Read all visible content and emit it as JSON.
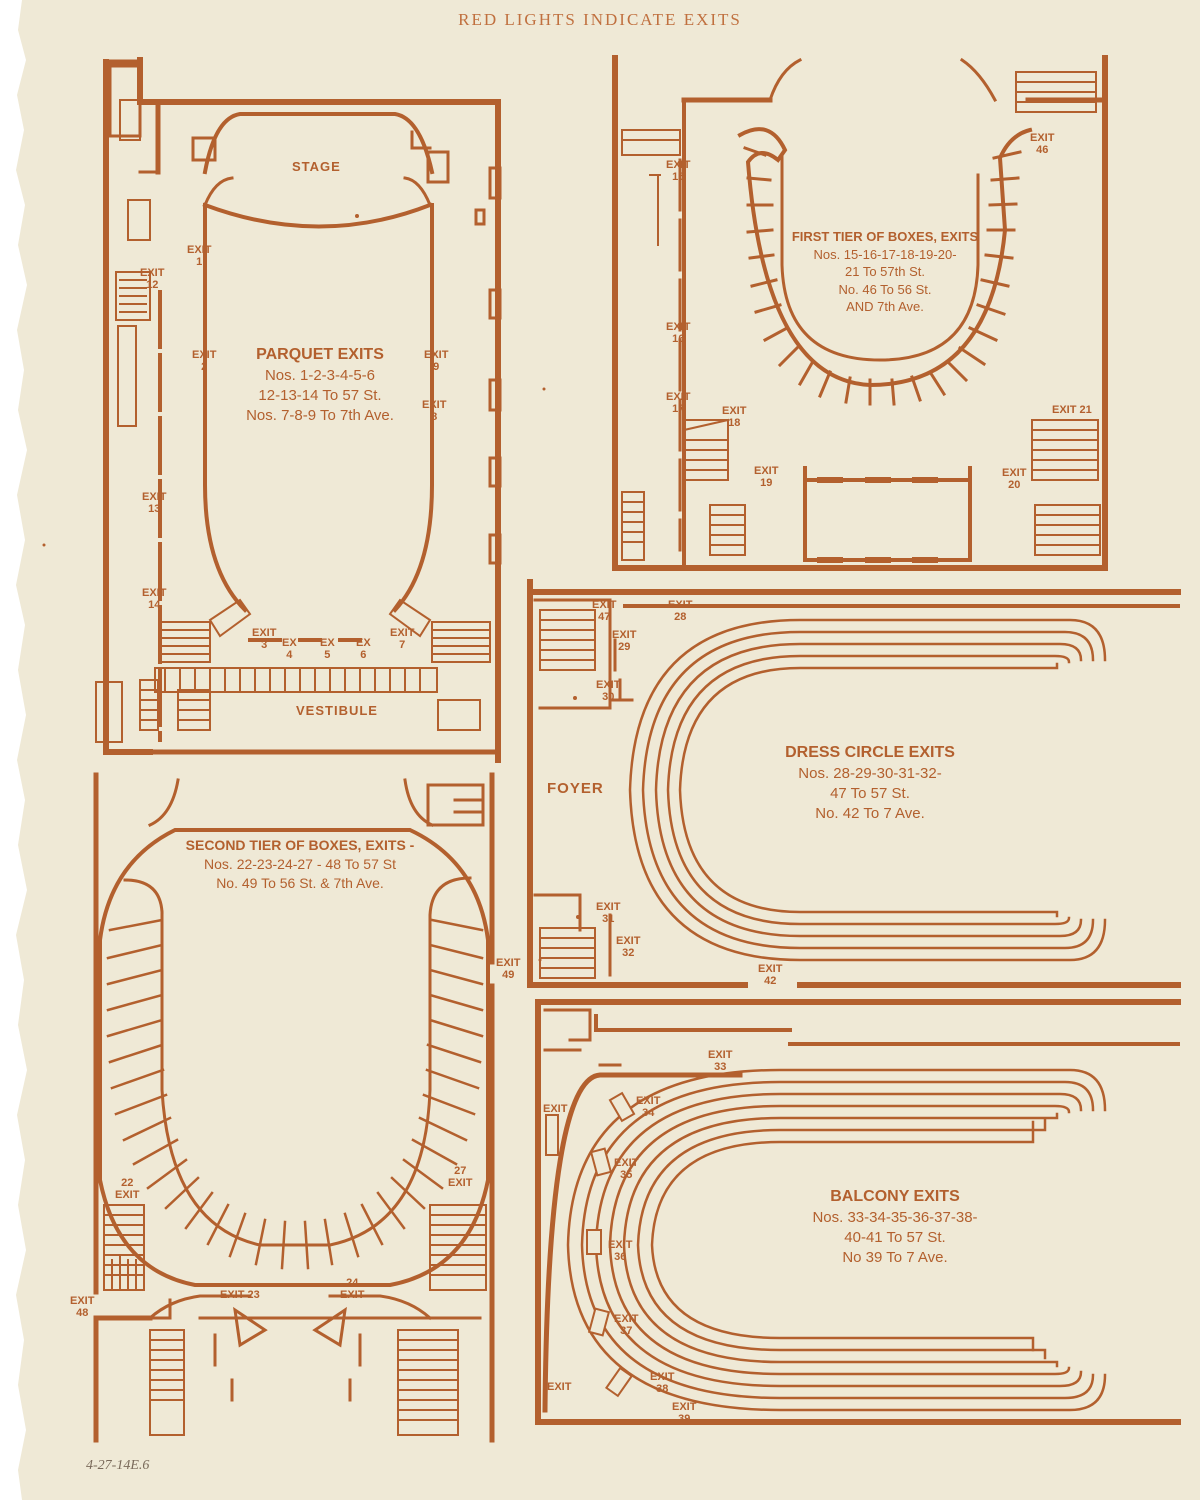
{
  "header": "RED LIGHTS INDICATE EXITS",
  "rooms": {
    "stage": "STAGE",
    "vestibule": "VESTIBULE",
    "foyer": "FOYER"
  },
  "sections": {
    "parquet": {
      "title": "PARQUET EXITS",
      "line1": "Nos. 1-2-3-4-5-6",
      "line2": "12-13-14 To 57 St.",
      "line3": "Nos. 7-8-9 To 7th Ave."
    },
    "first_tier": {
      "title": "FIRST TIER OF BOXES, EXITS",
      "line1": "Nos. 15-16-17-18-19-20-",
      "line2": "21 To 57th St.",
      "line3": "No. 46 To 56 St.",
      "line4": "AND 7th Ave."
    },
    "dress_circle": {
      "title": "DRESS CIRCLE EXITS",
      "line1": "Nos. 28-29-30-31-32-",
      "line2": "47 To 57 St.",
      "line3": "No. 42 To 7 Ave."
    },
    "second_tier": {
      "title": "SECOND TIER OF BOXES, EXITS -",
      "line1": "Nos. 22-23-24-27 - 48 To 57 St",
      "line2": "No. 49 To 56 St. & 7th Ave."
    },
    "balcony": {
      "title": "BALCONY EXITS",
      "line1": "Nos. 33-34-35-36-37-38-",
      "line2": "40-41 To 57 St.",
      "line3": "No 39 To 7 Ave."
    }
  },
  "exits": {
    "e1": "EXIT\n1",
    "e2": "EXIT\n2",
    "e3": "EXIT\n3",
    "e4": "EX\n4",
    "e5": "EX\n5",
    "e6": "EX\n6",
    "e7": "EXIT\n7",
    "e8": "EXIT\n8",
    "e9": "EXIT\n9",
    "e12": "EXIT\n12",
    "e13": "EXIT\n13",
    "e14": "EXIT\n14",
    "e15": "EXIT\n15",
    "e16": "EXIT\n16",
    "e17": "EXIT\n17",
    "e18": "EXIT\n18",
    "e19": "EXIT\n19",
    "e20": "EXIT\n20",
    "e21": "EXIT 21",
    "e46": "EXIT\n46",
    "e47": "EXIT\n47",
    "e28": "EXIT\n28",
    "e29": "EXIT\n29",
    "e30": "EXIT\n30",
    "e31": "EXIT\n31",
    "e32": "EXIT\n32",
    "e42": "EXIT\n42",
    "e22": "22\nEXIT",
    "e27": "27\nEXIT",
    "e48": "EXIT\n48",
    "e49": "EXIT\n49",
    "e23": "EXIT 23",
    "e24": "24\nEXIT",
    "e33": "EXIT\n33",
    "e34": "EXIT\n34",
    "e35": "EXIT\n35",
    "e36": "EXIT\n36",
    "e37": "EXIT\n37",
    "e38": "EXIT\n38",
    "e39": "EXIT\n39",
    "e40": "EXIT",
    "e41": "EXIT"
  },
  "handwritten": "4-27-14E.6",
  "colors": {
    "paper": "#efe9d6",
    "ink": "#b3602e"
  }
}
